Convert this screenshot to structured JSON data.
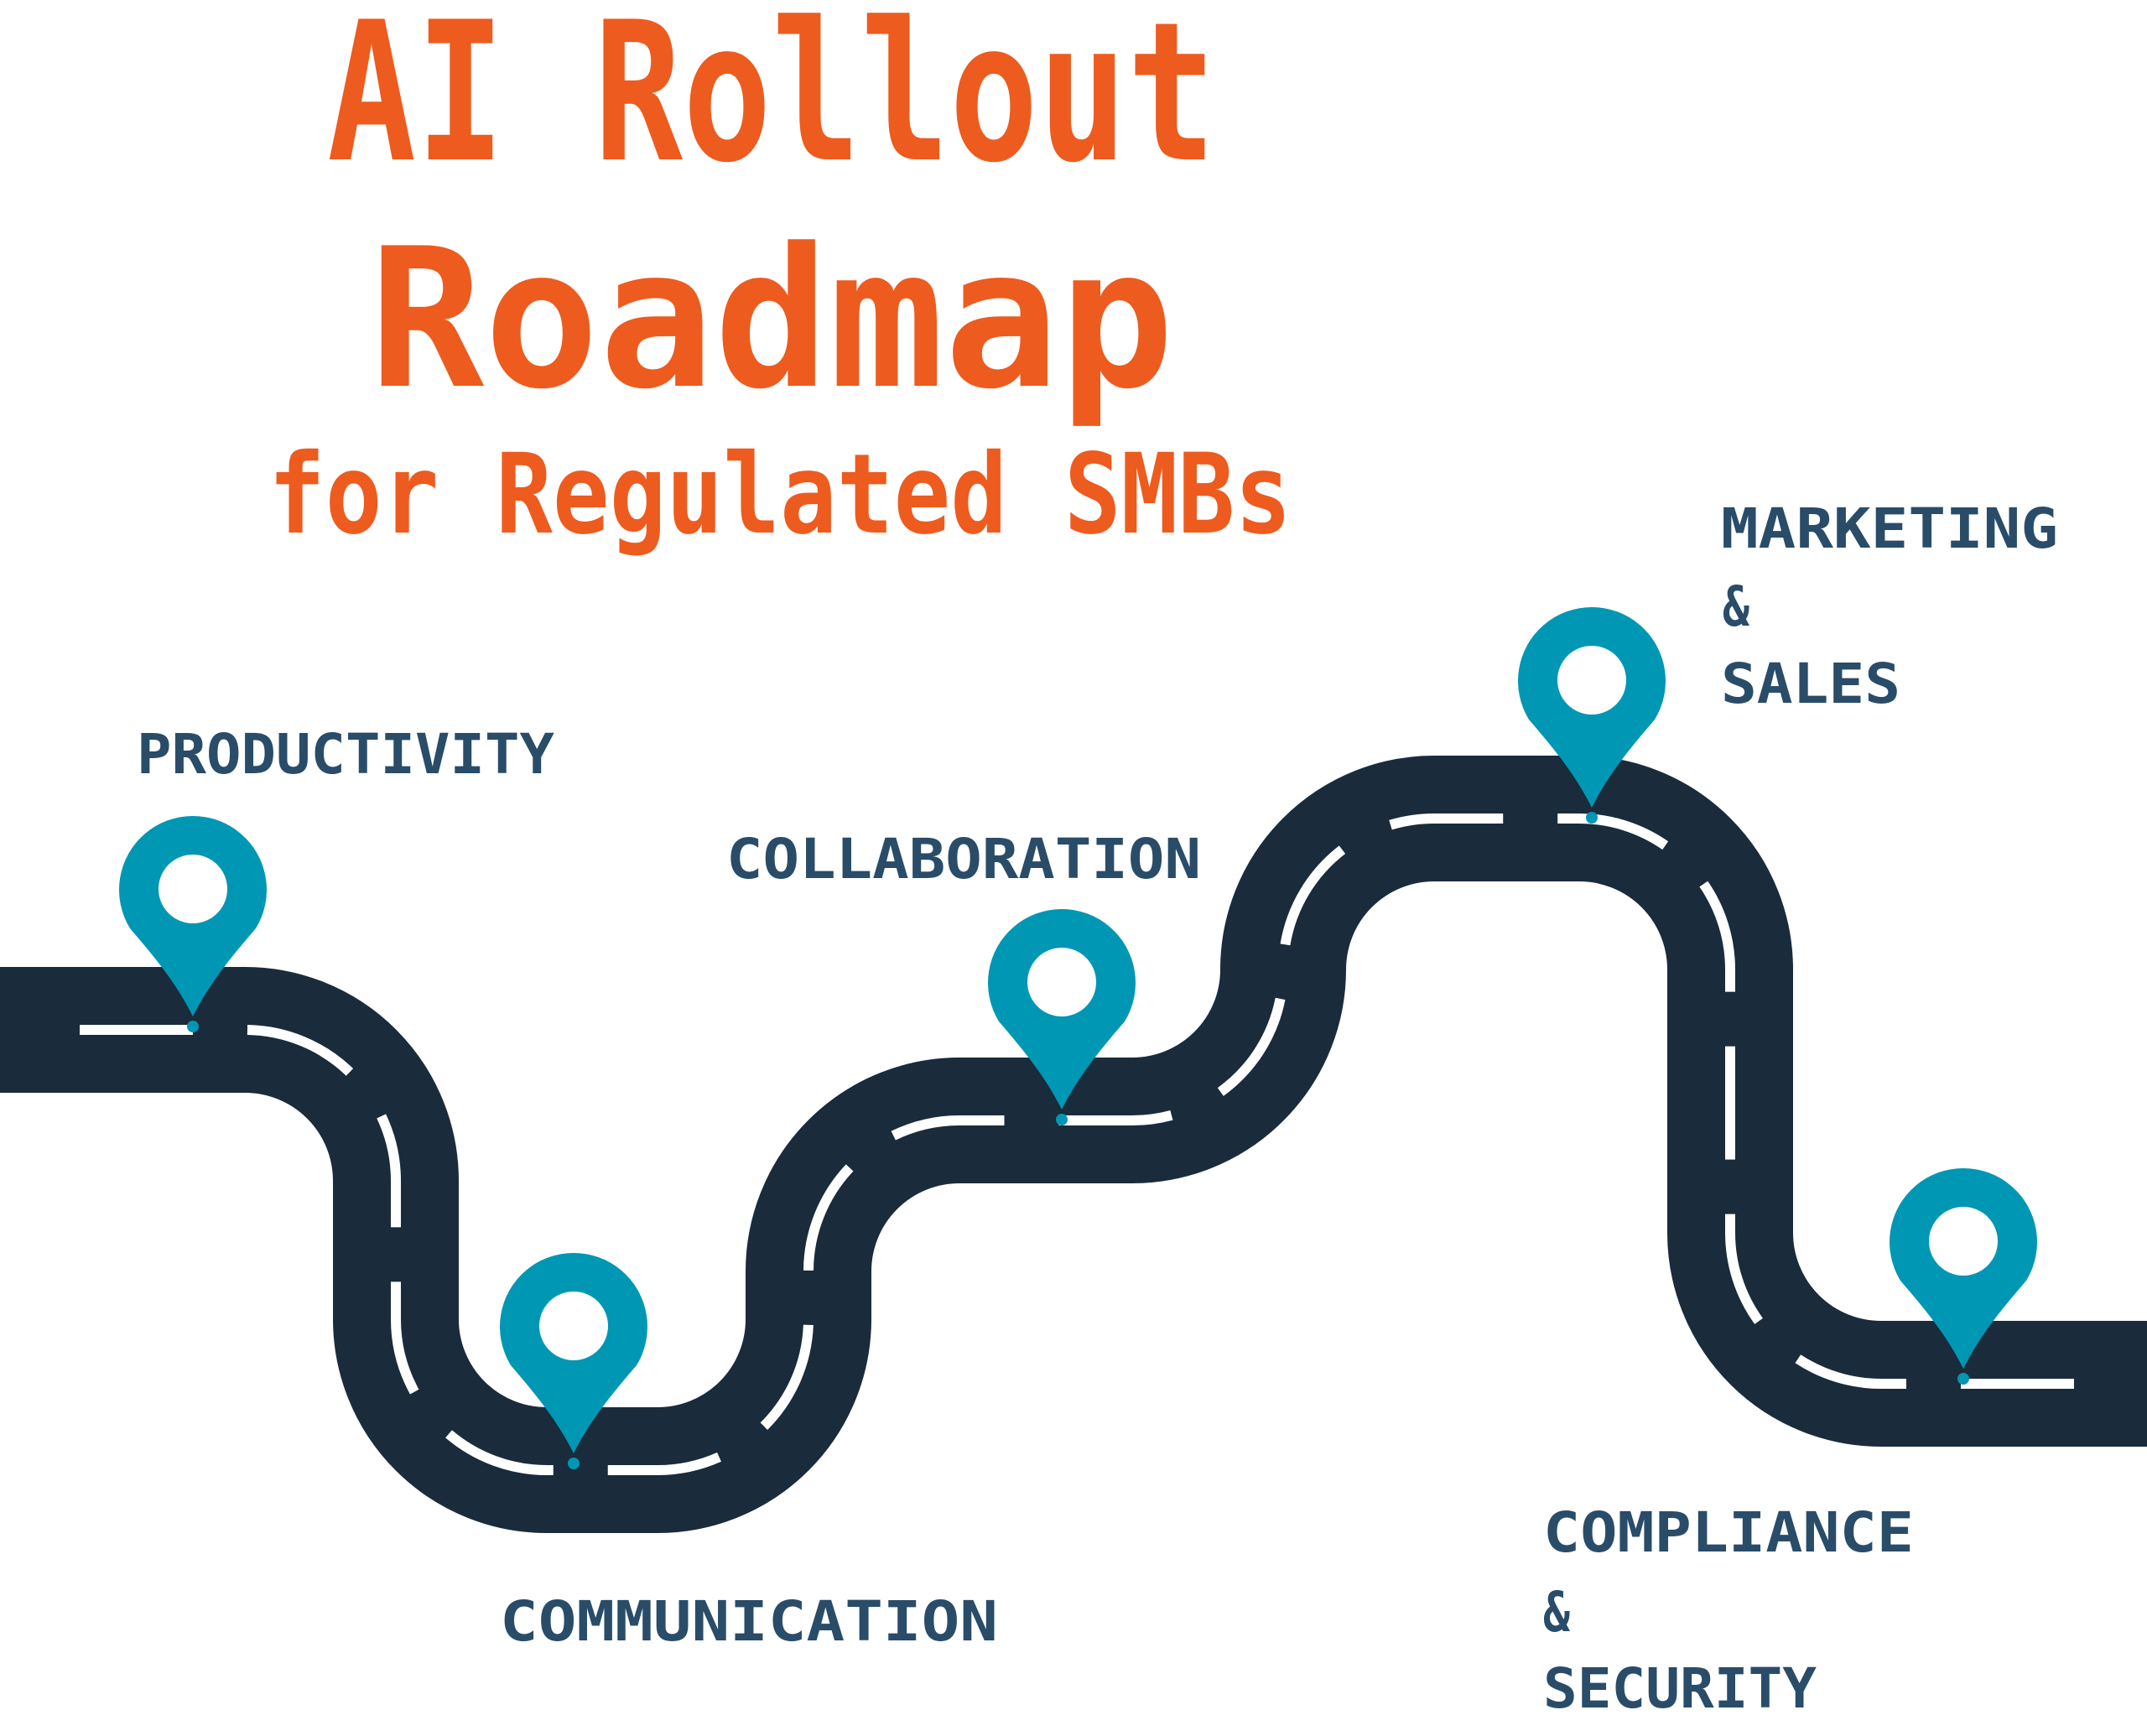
{
  "title": {
    "line1": "AI Rollout",
    "line2": "Roadmap",
    "subtitle": "for Regulated SMBs"
  },
  "stages": [
    {
      "id": "productivity",
      "lines": [
        "PRODUCTIVITY"
      ]
    },
    {
      "id": "communication",
      "lines": [
        "COMMUNICATION"
      ]
    },
    {
      "id": "collaboration",
      "lines": [
        "COLLABORATION"
      ]
    },
    {
      "id": "marketing-sales",
      "lines": [
        "MARKETING",
        "&",
        "SALES"
      ]
    },
    {
      "id": "compliance-security",
      "lines": [
        "COMPLIANCE",
        "&",
        "SECURITY"
      ]
    }
  ],
  "colors": {
    "title": "#ee5b1e",
    "label": "#294c69",
    "road": "#1a2b3b",
    "dash": "#ffffff",
    "pin": "#0097b4",
    "background": "#ffffff"
  },
  "icons": {
    "marker": "map-pin-icon"
  }
}
